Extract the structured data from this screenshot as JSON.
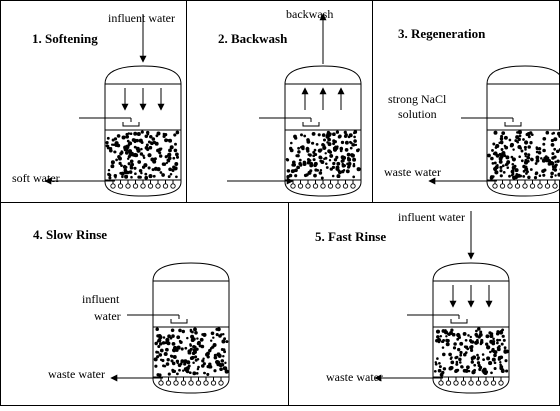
{
  "panels": [
    {
      "title": "1. Softening",
      "top_label": "influent water",
      "side_label": [],
      "bottom_label": "soft water",
      "flow": "down",
      "outlet_side": "left"
    },
    {
      "title": "2. Backwash",
      "top_label": "backwash",
      "side_label": [],
      "bottom_label": "",
      "flow": "up",
      "outlet_side": "right"
    },
    {
      "title": "3. Regeneration",
      "top_label": "",
      "side_label": [
        "strong NaCl",
        "solution"
      ],
      "bottom_label": "waste water",
      "flow": "none",
      "outlet_side": "left"
    },
    {
      "title": "4. Slow Rinse",
      "top_label": "",
      "side_label": [
        "influent",
        "water"
      ],
      "bottom_label": "waste water",
      "flow": "none",
      "outlet_side": "left"
    },
    {
      "title": "5. Fast Rinse",
      "top_label": "influent water",
      "side_label": [],
      "bottom_label": "waste water",
      "flow": "down",
      "outlet_side": "left"
    }
  ]
}
